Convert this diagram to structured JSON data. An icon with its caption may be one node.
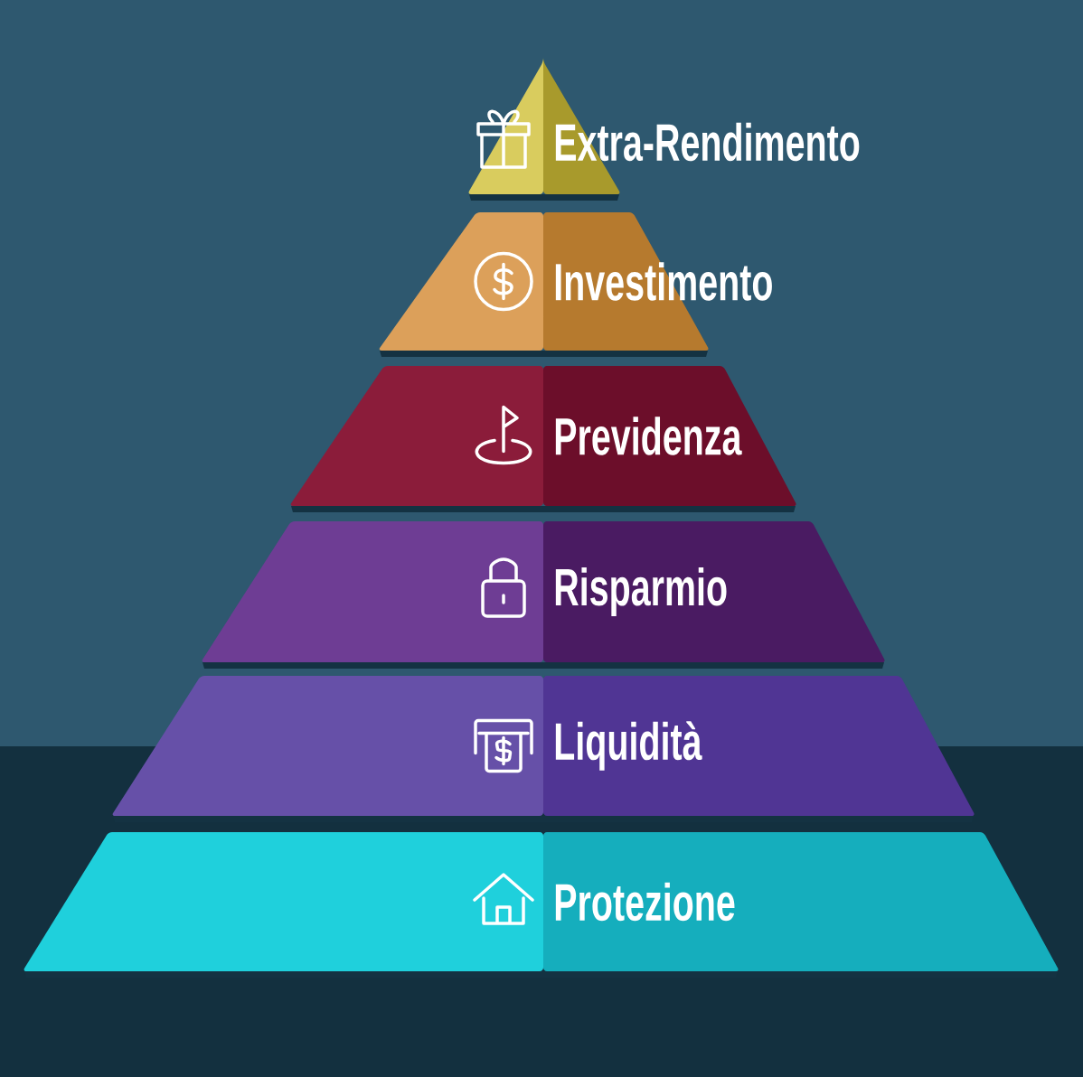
{
  "diagram": {
    "nodes": [
      {
        "text": [
          "Extra-Rendimento"
        ]
      },
      {
        "text": [
          "Investimento"
        ]
      },
      {
        "text": [
          "Previdenza"
        ]
      },
      {
        "text": [
          "Risparmio"
        ]
      },
      {
        "text": [
          "Liquidità"
        ]
      },
      {
        "text": [
          "Protezione"
        ]
      }
    ]
  }
}
